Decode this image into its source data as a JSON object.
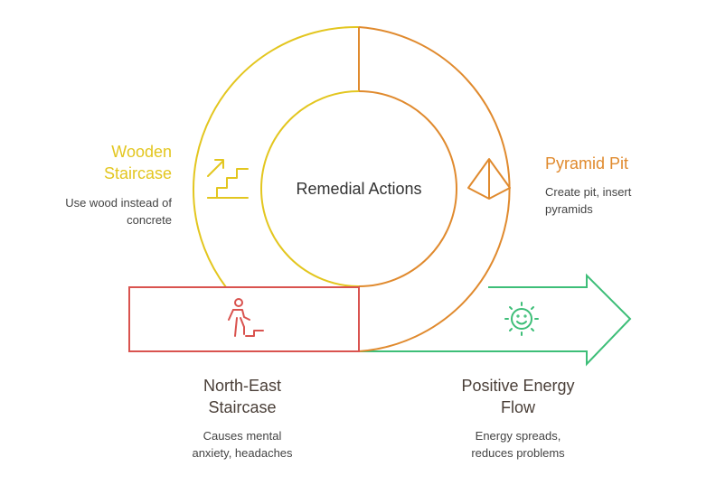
{
  "center": {
    "label": "Remedial Actions"
  },
  "nodes": {
    "wooden_staircase": {
      "title_line1": "Wooden",
      "title_line2": "Staircase",
      "desc_line1": "Use wood instead of",
      "desc_line2": "concrete",
      "color": "#E3C61F",
      "icon": "stairs-up-arrow-icon"
    },
    "pyramid_pit": {
      "title": "Pyramid Pit",
      "desc_line1": "Create pit, insert",
      "desc_line2": "pyramids",
      "color": "#E08A2E",
      "icon": "pyramid-icon"
    },
    "north_east_staircase": {
      "title_line1": "North-East",
      "title_line2": "Staircase",
      "desc_line1": "Causes mental",
      "desc_line2": "anxiety, headaches",
      "color": "#D9534F",
      "icon": "person-climbing-stairs-icon"
    },
    "positive_energy_flow": {
      "title_line1": "Positive Energy",
      "title_line2": "Flow",
      "desc_line1": "Energy spreads,",
      "desc_line2": "reduces problems",
      "color": "#3DBE78",
      "icon": "smiling-sun-icon"
    }
  },
  "colors": {
    "title_dark": "#4A3F38",
    "desc": "#444444"
  }
}
